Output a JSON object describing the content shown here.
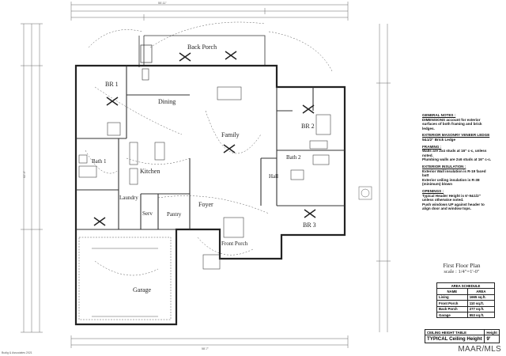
{
  "rooms": {
    "back_porch": "Back Porch",
    "br1": "BR 1",
    "dining": "Dining",
    "family": "Family",
    "br2": "BR 2",
    "bath1": "Bath 1",
    "kitchen": "Kitchen",
    "bath2": "Bath 2",
    "hall": "Hall",
    "laundry": "Laundry",
    "serv": "Serv",
    "pantry": "Pantry",
    "foyer": "Foyer",
    "br3": "BR 3",
    "front_porch": "Front Porch",
    "garage": "Garage"
  },
  "dims": {
    "top_total": "55'-11\"",
    "bottom_total": "58'-7\"",
    "left_total": "62'-4\""
  },
  "notes": {
    "general_title": "GENERAL NOTES :",
    "general_lines": [
      "DIMENSIONS account for exterior",
      "surfaces of both framing and brick",
      "ledges."
    ],
    "masonry_title": "EXTERIOR MASONRY VENEER LEDGE",
    "masonry_lines": [
      "5&1/2\" Brick Ledge"
    ],
    "framing_title": "FRAMING :",
    "framing_lines": [
      "Walls are 2x4 studs at 16\" c-c, unless",
      "noted.",
      "Plumbing walls are 2x6 studs at 16\" c-c."
    ],
    "insulation_title": "EXTERIOR INSULATION :",
    "insulation_lines": [
      "Exterior Wall insulation is R-19 faced",
      "batt",
      "Exterior ceiling insulation is R-38",
      "(minimum) blown"
    ],
    "openings_title": "OPENINGS :",
    "openings_lines": [
      "Typical Header Height is 6'-9&1/2\"",
      "unless otherwise noted.",
      "Push windows UP against header to",
      "align door and window tops."
    ]
  },
  "plan_title": "First Floor Plan",
  "plan_scale": "scale : 1/4\"=1'-0\"",
  "area_schedule": {
    "title": "AREA SCHEDULE",
    "col_name": "NAME",
    "col_area": "AREA",
    "rows": [
      {
        "name": "Living",
        "area": "1665 sq.ft."
      },
      {
        "name": "Front Porch",
        "area": "110 sq.ft."
      },
      {
        "name": "Back Porch",
        "area": "277 sq.ft."
      },
      {
        "name": "Garage",
        "area": "553 sq.ft."
      }
    ]
  },
  "ceiling_table": {
    "title": "CEILING HEIGHT TABLE",
    "col_height": "Height",
    "row_label": "TYPICAL Ceiling Height",
    "row_value": "9'"
  },
  "watermark": "MAAR/MLS",
  "footer_credit": "Budig & Associates 2021"
}
